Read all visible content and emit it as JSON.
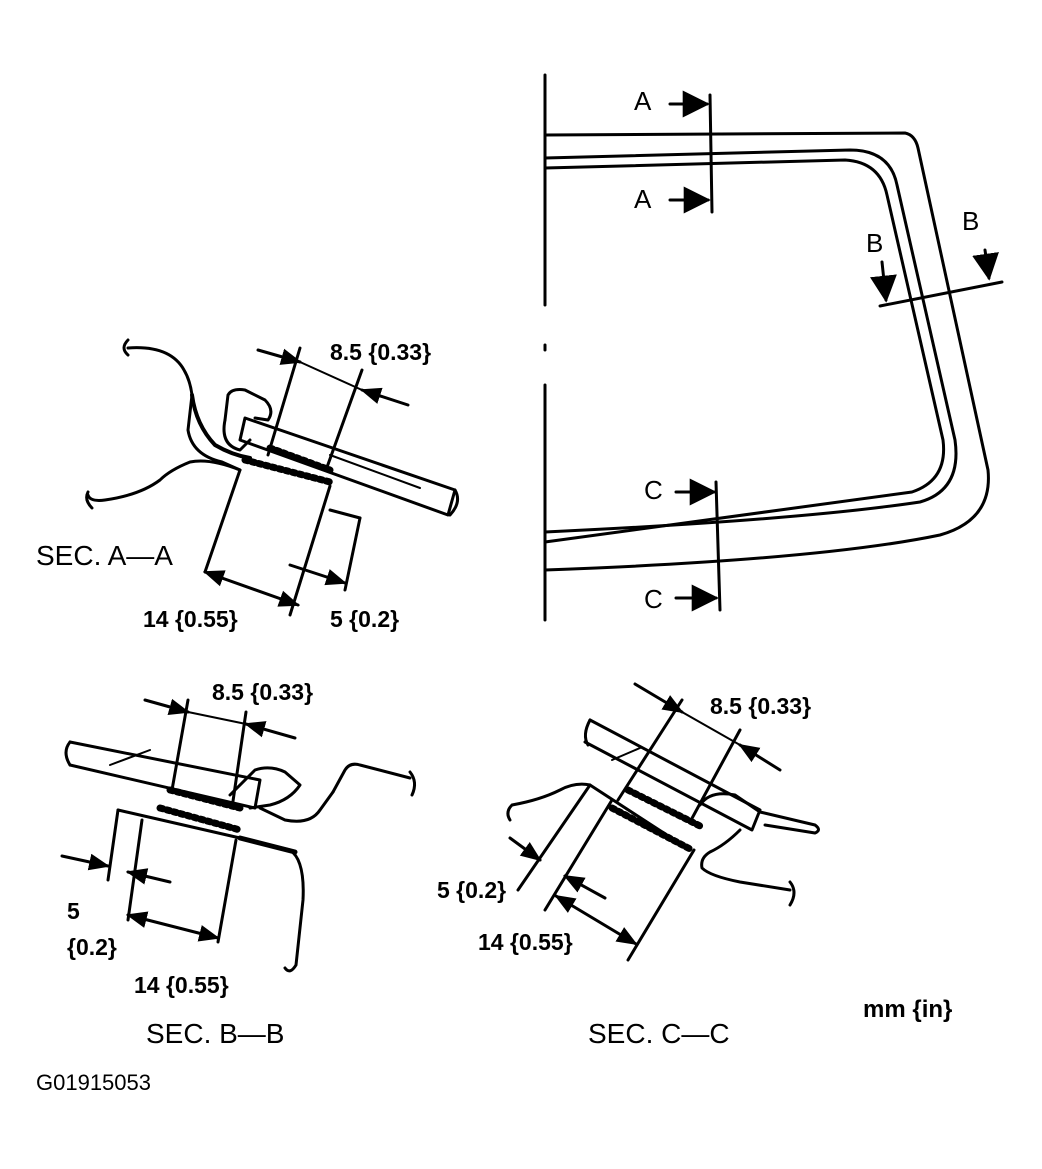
{
  "diagram": {
    "cut_labels": {
      "a_top": "A",
      "a_bottom": "A",
      "b_left": "B",
      "b_right": "B",
      "c_top": "C",
      "c_bottom": "C"
    },
    "sec_a": {
      "title": "SEC. A—A",
      "dim_width": "8.5 {0.33}",
      "dim_overlap": "14 {0.55}",
      "dim_offset": "5 {0.2}"
    },
    "sec_b": {
      "title": "SEC. B—B",
      "dim_width": "8.5 {0.33}",
      "dim_offset_line1": "5",
      "dim_offset_line2": "{0.2}",
      "dim_overlap": "14 {0.55}"
    },
    "sec_c": {
      "title": "SEC. C—C",
      "dim_width": "8.5 {0.33}",
      "dim_offset": "5 {0.2}",
      "dim_overlap": "14 {0.55}"
    },
    "units": "mm {in}",
    "figure_code": "G01915053"
  },
  "colors": {
    "ink": "#000000",
    "paper": "#ffffff"
  }
}
